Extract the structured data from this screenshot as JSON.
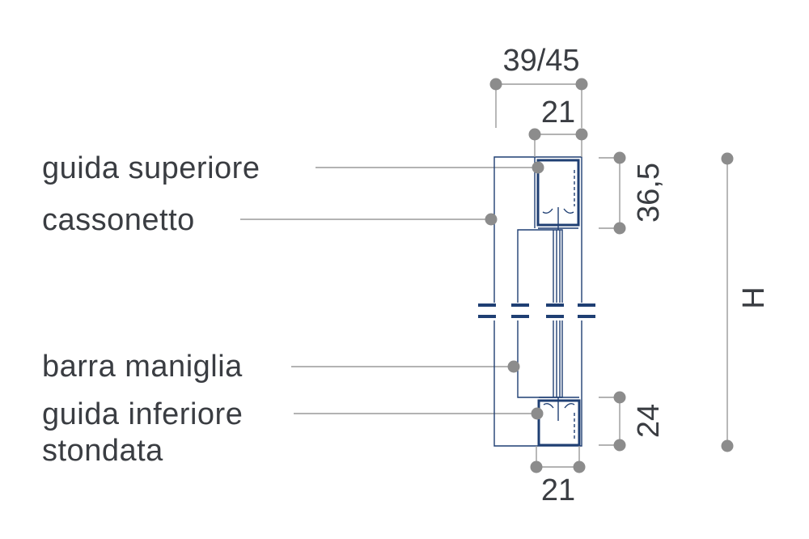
{
  "labels": {
    "guida_superiore": "guida superiore",
    "cassonetto": "cassonetto",
    "barra_maniglia": "barra maniglia",
    "guida_inferiore_line1": "guida inferiore",
    "guida_inferiore_line2": "stondata"
  },
  "dimensions": {
    "overall_width": "39/45",
    "top_guide_width": "21",
    "bottom_guide_width": "21",
    "top_guide_height": "36,5",
    "bottom_guide_height": "24",
    "total_height": "H"
  },
  "colors": {
    "profile": "#1f3f73",
    "leader": "#9a9a9a",
    "dot": "#8c8c8c",
    "text": "#3a3d42"
  }
}
